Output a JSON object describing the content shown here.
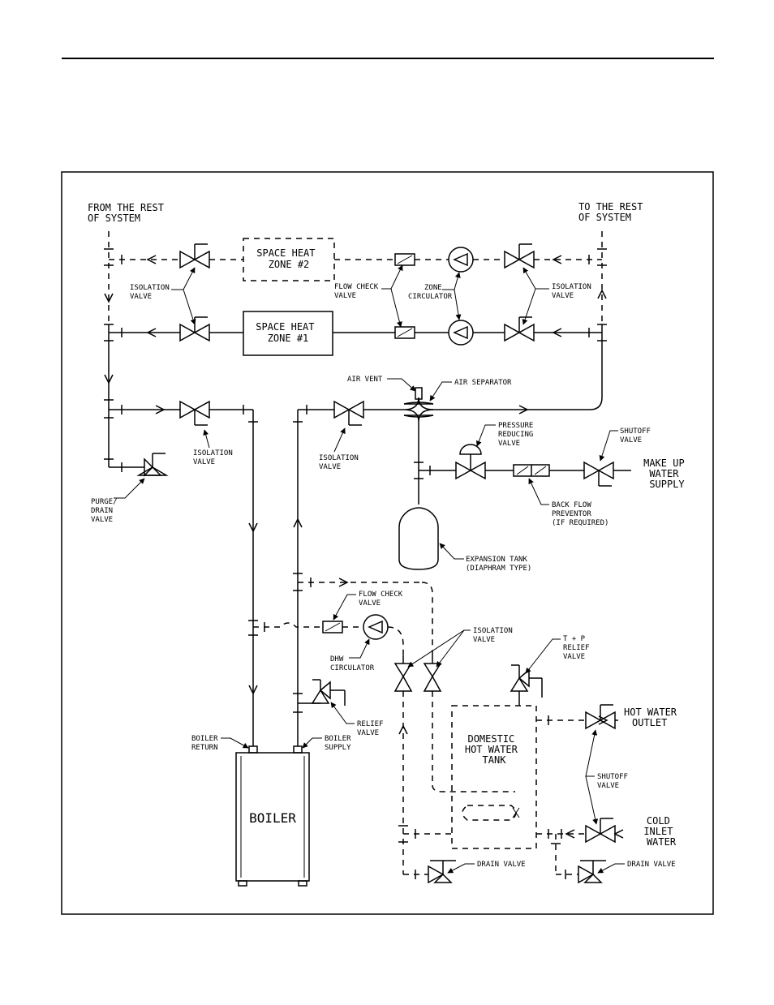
{
  "labels": {
    "from_rest": [
      "FROM THE REST",
      "OF SYSTEM"
    ],
    "to_rest": [
      "TO THE REST",
      "OF SYSTEM"
    ],
    "zone2": [
      "SPACE HEAT",
      "ZONE #2"
    ],
    "zone1": [
      "SPACE HEAT",
      "ZONE #1"
    ],
    "isolation_valve_tl": [
      "ISOLATION",
      "VALVE"
    ],
    "flow_check_top": [
      "FLOW CHECK",
      "VALVE"
    ],
    "zone_circulator": [
      "ZONE",
      "CIRCULATOR"
    ],
    "isolation_valve_tr": [
      "ISOLATION",
      "VALVE"
    ],
    "air_vent": "AIR VENT",
    "air_separator": "AIR SEPARATOR",
    "isolation_valve_left": [
      "ISOLATION",
      "VALVE"
    ],
    "isolation_valve_mid": [
      "ISOLATION",
      "VALVE"
    ],
    "pressure_reducing": [
      "PRESSURE",
      "REDUCING",
      "VALVE"
    ],
    "shutoff_valve_top": [
      "SHUTOFF",
      "VALVE"
    ],
    "make_up_water": [
      "MAKE UP",
      "WATER",
      "SUPPLY"
    ],
    "purge_drain": [
      "PURGE/",
      "DRAIN",
      "VALVE"
    ],
    "back_flow": [
      "BACK FLOW",
      "PREVENTOR",
      "(IF REQUIRED)"
    ],
    "expansion_tank": [
      "EXPANSION TANK",
      "(DIAPHRAM TYPE)"
    ],
    "flow_check_dhw": [
      "FLOW CHECK",
      "VALVE"
    ],
    "isolation_valve_dhw": [
      "ISOLATION",
      "VALVE"
    ],
    "tp_relief": [
      "T + P",
      "RELIEF",
      "VALVE"
    ],
    "dhw_circulator": [
      "DHW",
      "CIRCULATOR"
    ],
    "dhw_tank": [
      "DOMESTIC",
      "HOT WATER",
      "TANK"
    ],
    "hot_water_outlet": [
      "HOT WATER",
      "OUTLET"
    ],
    "relief_valve": [
      "RELIEF",
      "VALVE"
    ],
    "boiler_return": [
      "BOILER",
      "RETURN"
    ],
    "boiler_supply": [
      "BOILER",
      "SUPPLY"
    ],
    "shutoff_valve_bottom": [
      "SHUTOFF",
      "VALVE"
    ],
    "boiler": "BOILER",
    "cold_inlet": [
      "COLD",
      "INLET",
      "WATER"
    ],
    "drain_valve_left": "DRAIN VALVE",
    "drain_valve_right": "DRAIN VALVE"
  }
}
